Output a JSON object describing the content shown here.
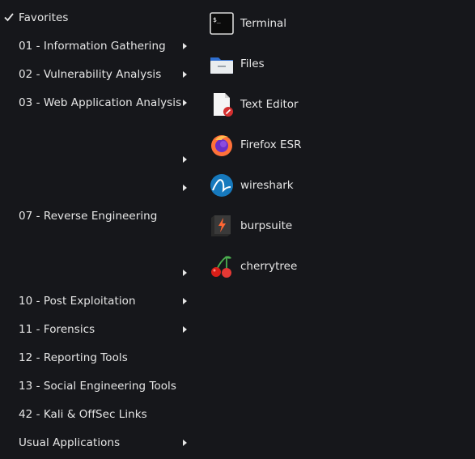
{
  "categories": [
    {
      "label": "Favorites",
      "selected": true,
      "has_submenu": false
    },
    {
      "label": "01 - Information Gathering",
      "has_submenu": true
    },
    {
      "label": "02 - Vulnerability Analysis",
      "has_submenu": true
    },
    {
      "label": "03 - Web Application Analysis",
      "has_submenu": true
    },
    {
      "label": "",
      "has_submenu": false
    },
    {
      "label": "",
      "has_submenu": true
    },
    {
      "label": "",
      "has_submenu": true
    },
    {
      "label": "07 - Reverse Engineering",
      "has_submenu": false
    },
    {
      "label": "",
      "has_submenu": false
    },
    {
      "label": "",
      "has_submenu": true
    },
    {
      "label": "10 - Post Exploitation",
      "has_submenu": true
    },
    {
      "label": "11 - Forensics",
      "has_submenu": true
    },
    {
      "label": "12 - Reporting Tools",
      "has_submenu": false
    },
    {
      "label": "13 - Social Engineering Tools",
      "has_submenu": false
    },
    {
      "label": "42 - Kali & OffSec Links",
      "has_submenu": false
    },
    {
      "label": "Usual Applications",
      "has_submenu": true
    }
  ],
  "apps": [
    {
      "label": "Terminal",
      "icon": "terminal-icon"
    },
    {
      "label": "Files",
      "icon": "files-icon"
    },
    {
      "label": "Text Editor",
      "icon": "text-editor-icon"
    },
    {
      "label": "Firefox ESR",
      "icon": "firefox-icon"
    },
    {
      "label": "wireshark",
      "icon": "wireshark-icon"
    },
    {
      "label": "burpsuite",
      "icon": "burpsuite-icon"
    },
    {
      "label": "cherrytree",
      "icon": "cherrytree-icon"
    }
  ],
  "colors": {
    "background": "#16171b",
    "text": "#e6e6e6",
    "firefox": "#ff7139",
    "wireshark": "#1679bd",
    "burpsuite": "#ff6633",
    "cherry": "#d91e18"
  }
}
